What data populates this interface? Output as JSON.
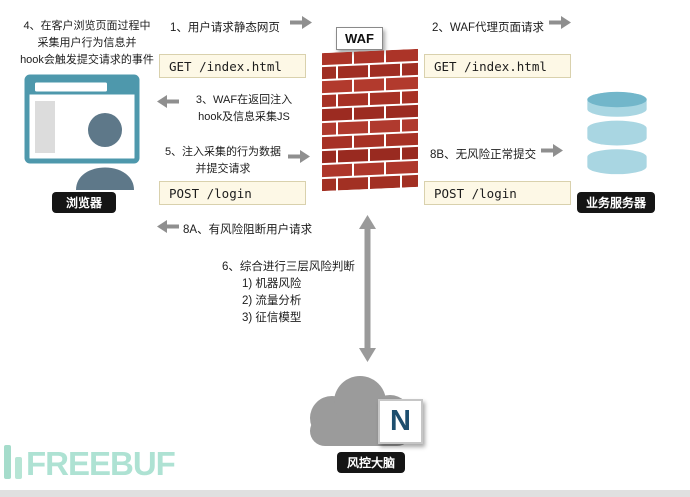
{
  "colors": {
    "arrow_gray": "#8F8F8F",
    "brick_red": "#A93226",
    "code_box_bg": "#FDF8E6",
    "tag_bg": "#151515",
    "browser_teal": "#4E98AC",
    "db_blue": "#A9D6E2",
    "cloud_gray": "#9B9B9B",
    "n_logo_blue": "#1D4E6E",
    "watermark_green": "#9ADCC9"
  },
  "left": {
    "note4": "4、在客户浏览页面过程中\n采集用户行为信息并\nhook会触发提交请求的事件",
    "browser_label": "浏览器"
  },
  "center": {
    "waf_label": "WAF",
    "step6_title": "6、综合进行三层风险判断",
    "step6_items": [
      "1) 机器风险",
      "2) 流量分析",
      "3) 征信模型"
    ],
    "brain_label": "风控大脑",
    "n_logo_letter": "N"
  },
  "right": {
    "server_label": "业务服务器"
  },
  "flows": {
    "step1": "1、用户请求静态网页",
    "get_left": "GET /index.html",
    "step3": "3、WAF在返回注入\nhook及信息采集JS",
    "step5": "5、注入采集的行为数据\n并提交请求",
    "post_left": "POST /login",
    "step8a": "8A、有风险阻断用户请求",
    "step2": "2、WAF代理页面请求",
    "get_right": "GET /index.html",
    "step8b": "8B、无风险正常提交",
    "post_right": "POST /login"
  },
  "watermark": "FREEBUF"
}
